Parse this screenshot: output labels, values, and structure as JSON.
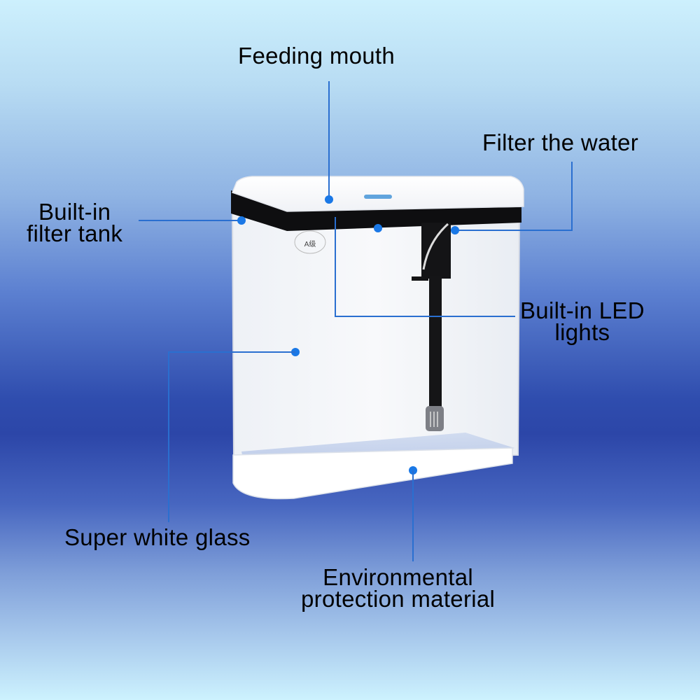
{
  "callouts": {
    "feeding_mouth": "Feeding mouth",
    "filter_water": "Filter the water",
    "filter_tank_line1": "Built-in",
    "filter_tank_line2": "filter tank",
    "led_line1": "Built-in LED",
    "led_line2": "lights",
    "glass": "Super white glass",
    "material_line1": "Environmental",
    "material_line2": "protection material"
  },
  "product": {
    "badge_text": "A级"
  },
  "colors": {
    "line": "#2a6fd0",
    "dot": "#1a78e6",
    "text": "#000000"
  }
}
